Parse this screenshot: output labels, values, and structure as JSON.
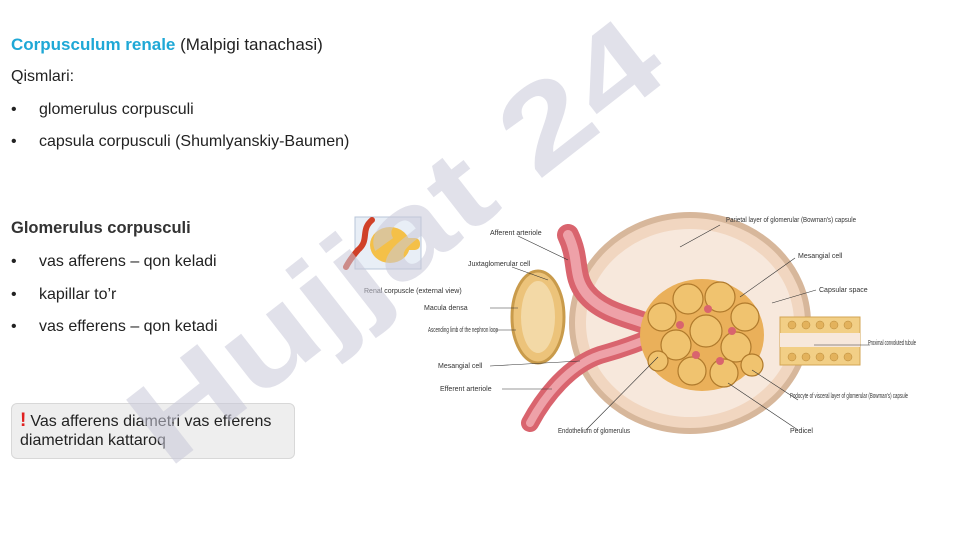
{
  "slide": {
    "title_accent": "Corpusculum renale",
    "title_rest": " (Malpigi tanachasi)",
    "parts_heading": "Qismlari:",
    "parts": [
      "glomerulus corpusculi",
      "capsula corpusculi (Shumlyanskiy-Baumen)"
    ],
    "glomerulus_heading": "Glomerulus corpusculi",
    "glomerulus_items": [
      "vas afferens – qon keladi",
      "kapillar to’r",
      "vas efferens – qon ketadi"
    ],
    "bullet_char": "•",
    "note_mark": "!",
    "note_text": "Vas afferens diametri vas efferens diametridan kattaroq",
    "watermark": "Hujjat 24",
    "accent_color": "#1fa8d6",
    "note_mark_color": "#e02020"
  },
  "diagram": {
    "labels": {
      "afferent": "Afferent arteriole",
      "jg_cell": "Juxtaglomerular cell",
      "renal_corpuscle": "Renal corpuscle (external view)",
      "macula": "Macula densa",
      "ascending": "Ascending limb of the nephron loop",
      "mesangial_left": "Mesangial cell",
      "efferent": "Efferent arteriole",
      "endothelium": "Endothelium of glomerulus",
      "parietal": "Parietal layer of glomerular (Bowman's) capsule",
      "mesangial_right": "Mesangial cell",
      "capsular_space": "Capsular space",
      "proximal": "Proximal convoluted tubule",
      "podocyte": "Podocyte of visceral layer of glomerular (Bowman's) capsule",
      "pedicel": "Pedicel"
    }
  }
}
